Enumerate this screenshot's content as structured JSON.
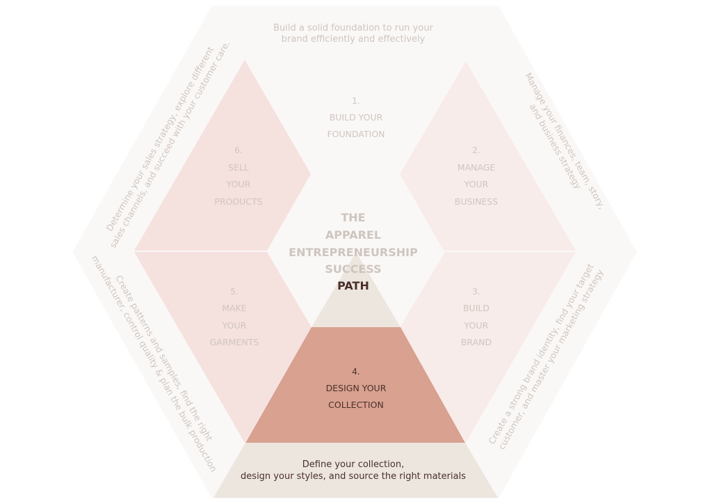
{
  "center": {
    "line1": "THE",
    "line2": "APPAREL",
    "line3": "ENTREPRENEURSHIP",
    "line4": "SUCCESS",
    "line5": "PATH"
  },
  "top_caption": {
    "line1": "Build a solid foundation to run your",
    "line2": "brand efficiently and effectively"
  },
  "bottom_caption": {
    "line1": "Define your collection,",
    "line2": "design your styles, and source the right materials"
  },
  "segments": [
    {
      "number": "1.",
      "line1": "BUILD YOUR",
      "line2": "FOUNDATION",
      "line3": ""
    },
    {
      "number": "2.",
      "line1": "MANAGE",
      "line2": "YOUR",
      "line3": "BUSINESS"
    },
    {
      "number": "3.",
      "line1": "BUILD",
      "line2": "YOUR",
      "line3": "BRAND"
    },
    {
      "number": "4.",
      "line1": "DESIGN YOUR",
      "line2": "COLLECTION",
      "line3": ""
    },
    {
      "number": "5.",
      "line1": "MAKE",
      "line2": "YOUR",
      "line3": "GARMENTS"
    },
    {
      "number": "6.",
      "line1": "SELL",
      "line2": "YOUR",
      "line3": "PRODUCTS"
    }
  ],
  "side_captions": {
    "upper_right": {
      "line1": "Manage your finances, team, story,",
      "line2": "and business strategy"
    },
    "lower_right": {
      "line1": "Create a strong brand identity, find your target",
      "line2": "customer, and master your marketing strategy"
    },
    "lower_left": {
      "line1": "Create patterns and samples, find the right",
      "line2": "manufacturer, control quality & plan the bulk production"
    },
    "upper_left": {
      "line1": "Determine your sales strategy, explore different",
      "line2": "sales channels, and succeed with your customer care."
    }
  },
  "colors": {
    "hex_outer": "#faf8f6",
    "diamond_pink": "#f5e1de",
    "diamond_light": "#f8ecea",
    "tri_beige": "#ece6df",
    "tri_accent": "#d8a190",
    "text_faint": "#cfc5bf",
    "text_dark": "#4a2f2a"
  }
}
